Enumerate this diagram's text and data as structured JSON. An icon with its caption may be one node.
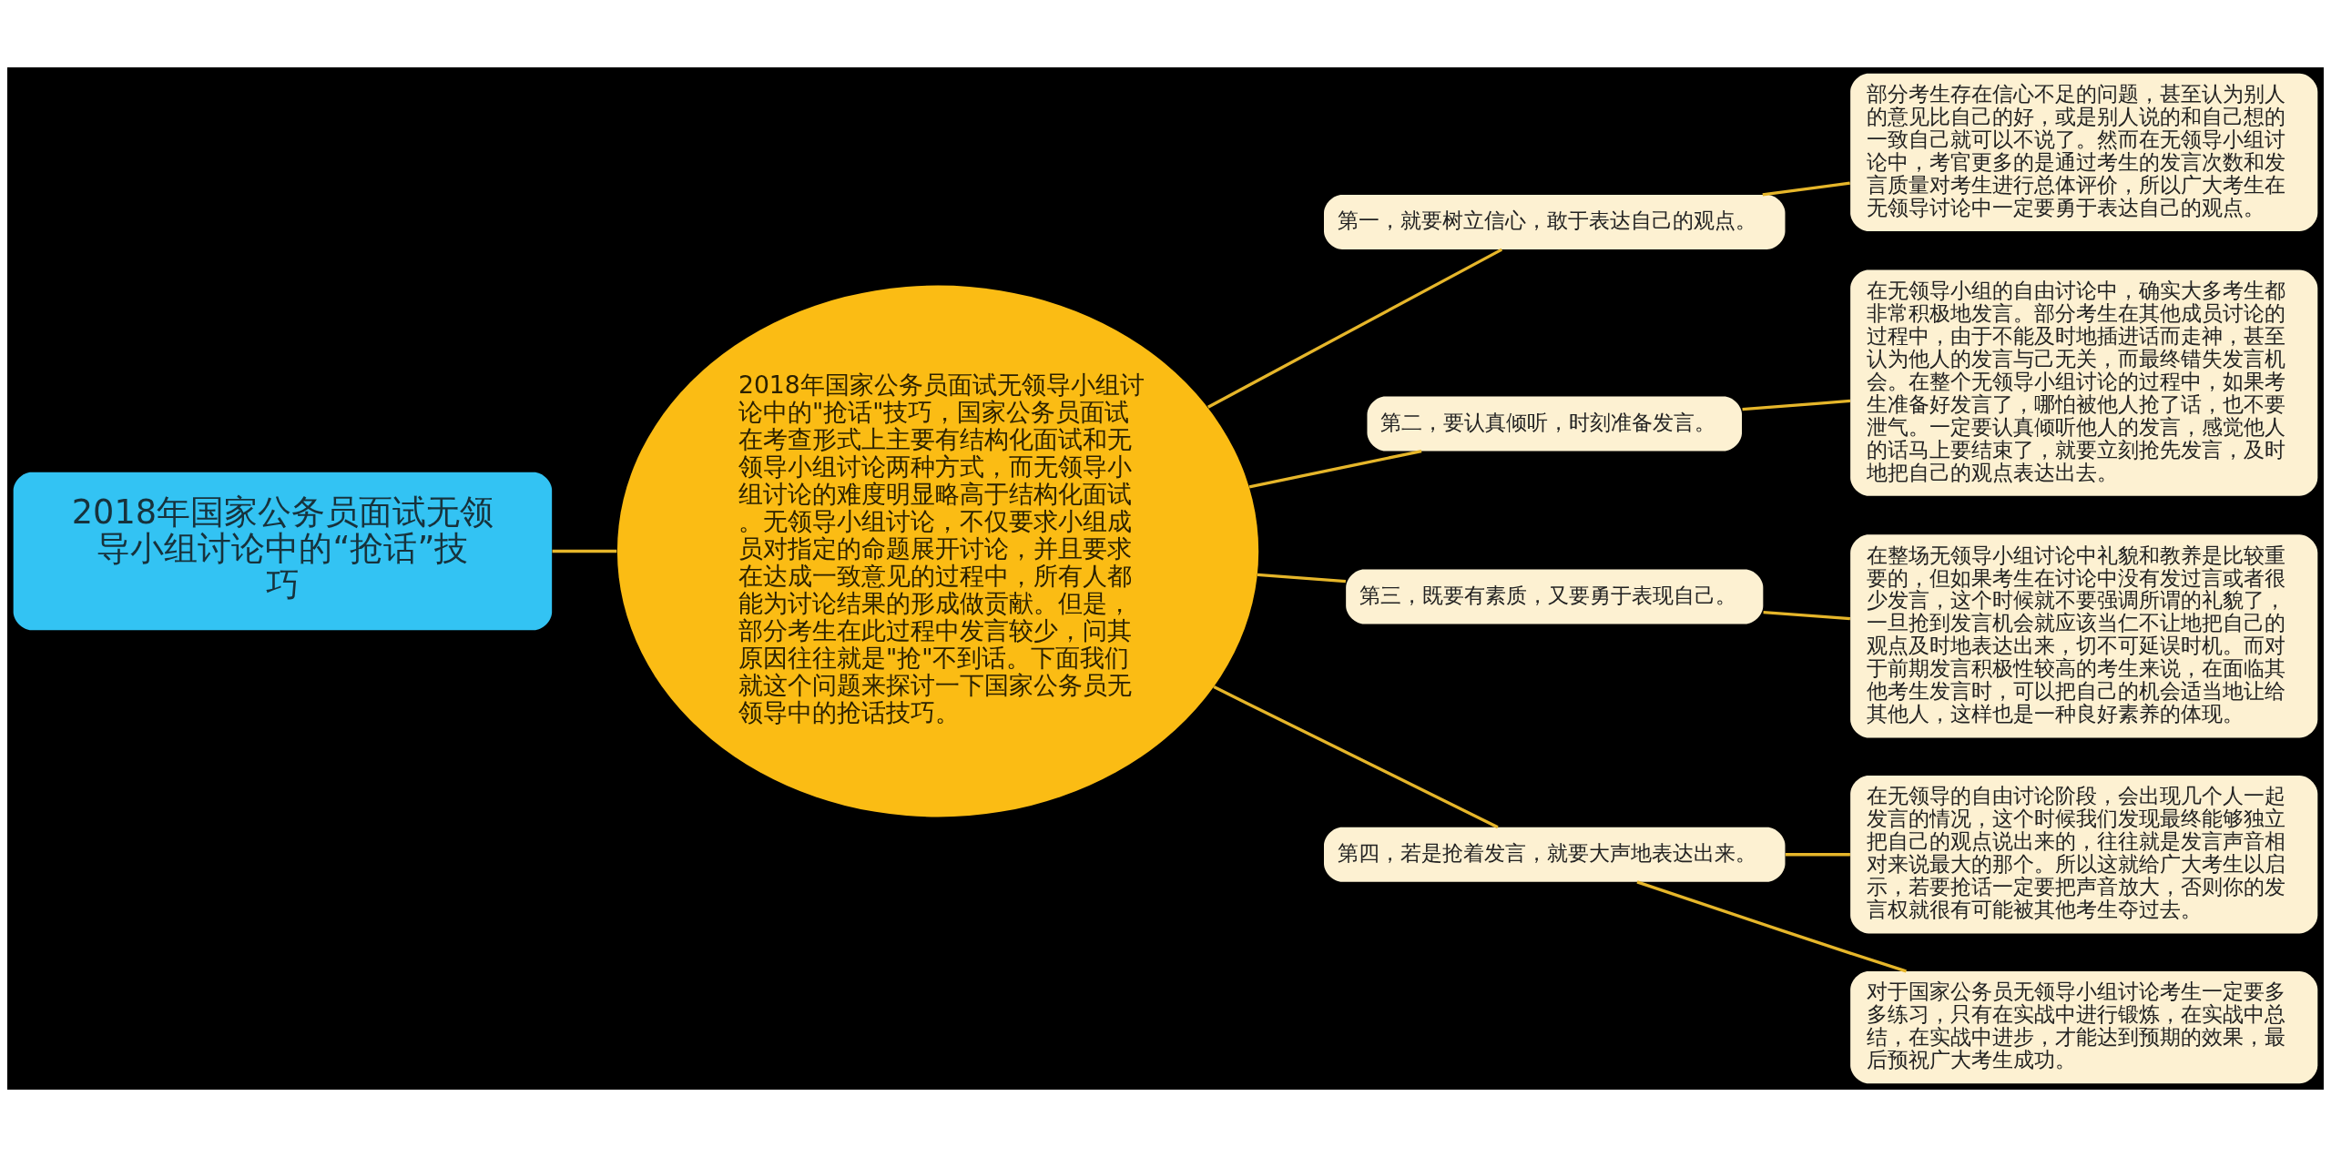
{
  "diagram": {
    "nodes": [
      {
        "text": [
          "2018年国家公务员面试无领导小组讨论中的“抢话”技巧"
        ]
      },
      {
        "text": [
          "2018年国家公务员面试无领导小组讨论中的\"抢话\"技巧，国家公务员面试在考查形式上主要有结构化面试和无领导小组讨论两种方式，而无领导小组讨论的难度明显略高于结构化面试。无领导小组讨论，不仅要求小组成员对指定的命题展开讨论，并且要求在达成一致意见的过程中，所有人都能为讨论结果的形成做贡献。但是，部分考生在此过程中发言较少，问其原因往往就是\"抢\"不到话。下面我们就这个问题来探讨一下国家公务员无领导中的抢话技巧。"
        ]
      },
      {
        "text": [
          "第一，就要树立信心，敢于表达自己的观点。"
        ]
      },
      {
        "text": [
          "部分考生存在信心不足的问题，甚至认为别人的意见比自己的好，或是别人说的和自己想的一致自己就可以不说了。然而在无领导小组讨论中，考官更多的是通过考生的发言次数和发言质量对考生进行总体评价，所以广大考生在无领导讨论中一定要勇于表达自己的观点。"
        ]
      },
      {
        "text": [
          "第二，要认真倾听，时刻准备发言。"
        ]
      },
      {
        "text": [
          "在无领导小组的自由讨论中，确实大多考生都非常积极地发言。部分考生在其他成员讨论的过程中，由于不能及时地插进话而走神，甚至认为他人的发言与己无关，而最终错失发言机会。在整个无领导小组讨论的过程中，如果考生准备好发言了，哪怕被他人抢了话，也不要泄气。一定要认真倾听他人的发言，感觉他人的话马上要结束了，就要立刻抢先发言，及时地把自己的观点表达出去。"
        ]
      },
      {
        "text": [
          "第三，既要有素质，又要勇于表现自己。"
        ]
      },
      {
        "text": [
          "在整场无领导小组讨论中礼貌和教养是比较重要的，但如果考生在讨论中没有发过言或者很少发言，这个时候就不要强调所谓的礼貌了，一旦抢到发言机会就应该当仁不让地把自己的观点及时地表达出来，切不可延误时机。而对于前期发言积极性较高的考生来说，在面临其他考生发言时，可以把自己的机会适当地让给其他人，这样也是一种良好素养的体现。"
        ]
      },
      {
        "text": [
          "第四，若是抢着发言，就要大声地表达出来。"
        ]
      },
      {
        "text": [
          "在无领导的自由讨论阶段，会出现几个人一起发言的情况，这个时候我们发现最终能够独立把自己的观点说出来的，往往就是发言声音相对来说最大的那个。所以这就给广大考生以启示，若要抢话一定要把声音放大，否则你的发言权就很有可能被其他考生夺过去。"
        ]
      },
      {
        "text": [
          "对于国家公务员无领导小组讨论考生一定要多多练习，只有在实战中进行锻炼，在实战中总结，在实战中进步，才能达到预期的效果，最后预祝广大考生成功。"
        ]
      }
    ],
    "edges": [
      {
        "from": 0,
        "to": 1,
        "arrow": "none"
      },
      {
        "from": 1,
        "to": 2,
        "arrow": "none"
      },
      {
        "from": 1,
        "to": 4,
        "arrow": "none"
      },
      {
        "from": 1,
        "to": 6,
        "arrow": "none"
      },
      {
        "from": 1,
        "to": 8,
        "arrow": "none"
      },
      {
        "from": 2,
        "to": 3,
        "arrow": "none"
      },
      {
        "from": 4,
        "to": 5,
        "arrow": "none"
      },
      {
        "from": 6,
        "to": 7,
        "arrow": "none"
      },
      {
        "from": 8,
        "to": 9,
        "arrow": "none"
      },
      {
        "from": 8,
        "to": 10,
        "arrow": "none"
      }
    ]
  }
}
